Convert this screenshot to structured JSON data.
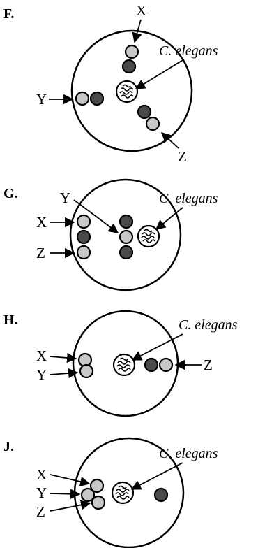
{
  "panels": [
    {
      "id": "F",
      "letter": "F.",
      "species": "C. elegans",
      "labels": {
        "x": "X",
        "y": "Y",
        "z": "Z"
      }
    },
    {
      "id": "G",
      "letter": "G.",
      "species": "C. elegans",
      "labels": {
        "x": "X",
        "y": "Y",
        "z": "Z"
      }
    },
    {
      "id": "H",
      "letter": "H.",
      "species": "C. elegans",
      "labels": {
        "x": "X",
        "y": "Y",
        "z": "Z"
      }
    },
    {
      "id": "J",
      "letter": "J.",
      "species": "C. elegans",
      "labels": {
        "x": "X",
        "y": "Y",
        "z": "Z"
      }
    }
  ],
  "colors": {
    "light_dot": "#c8c8c8",
    "dark_dot": "#4a4a4a",
    "outline": "#000000"
  }
}
